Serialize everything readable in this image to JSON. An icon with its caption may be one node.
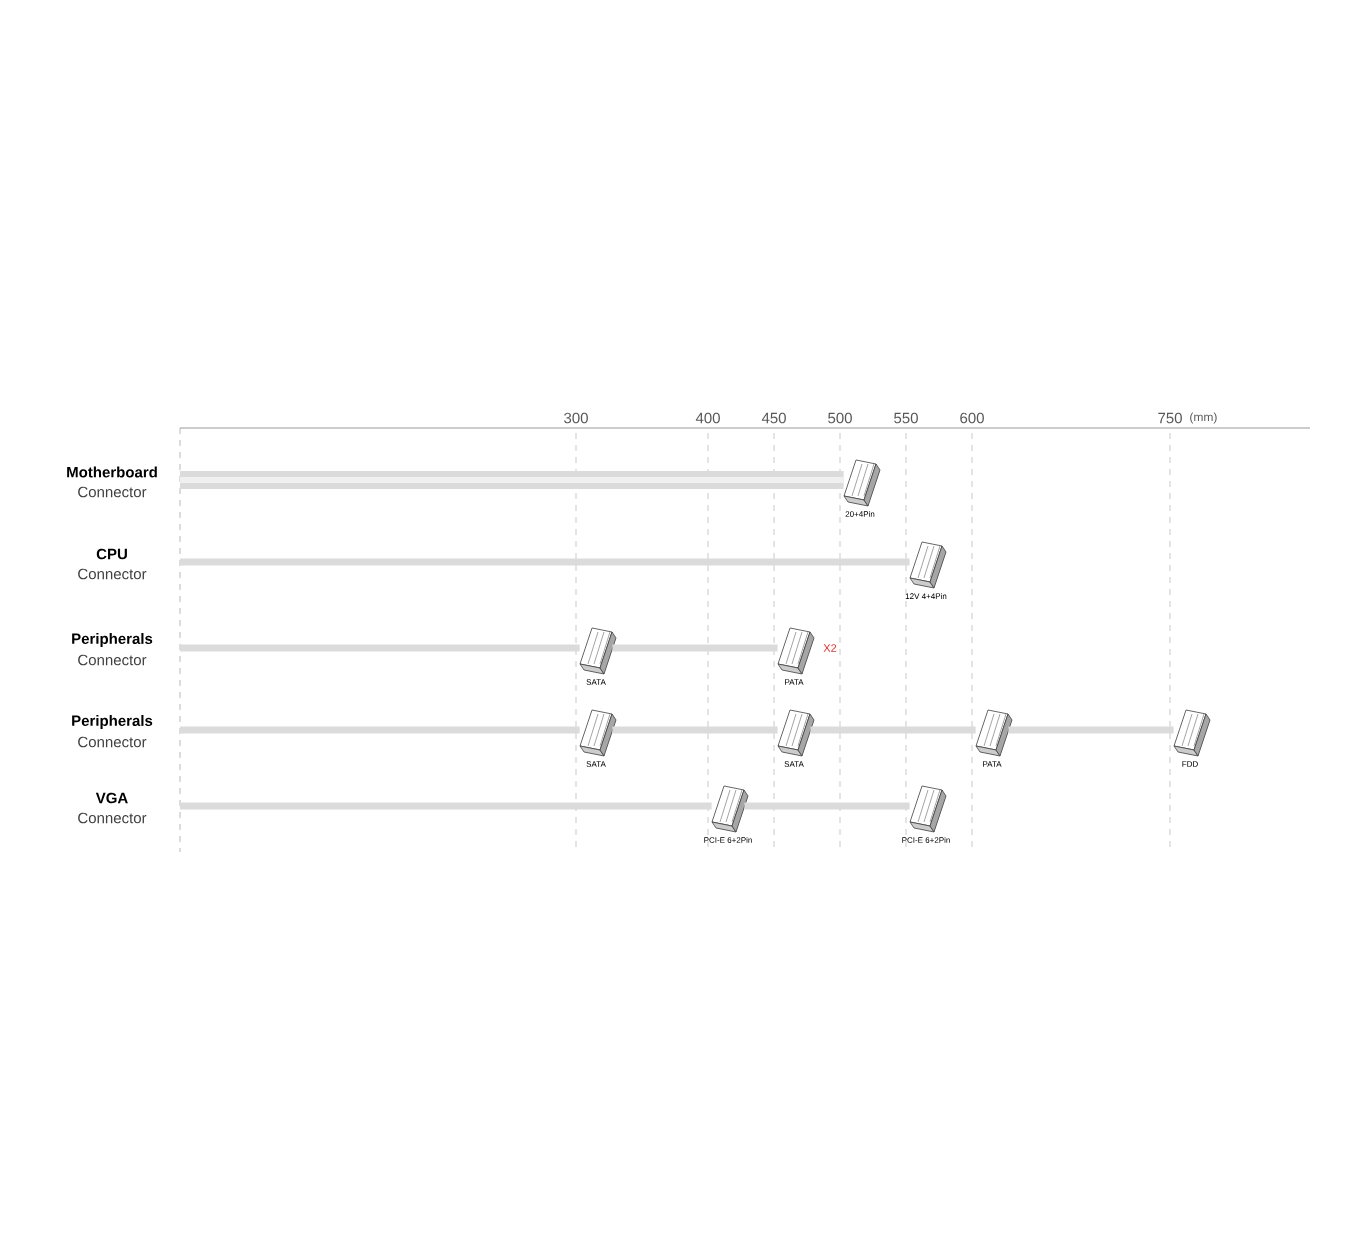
{
  "diagram": {
    "nodes": [
      {
        "text": [],
        "shape": "picture",
        "beside": [
          "20+4Pin"
        ]
      },
      {
        "text": [],
        "shape": "picture",
        "beside": [
          "12V 4+4Pin"
        ]
      },
      {
        "text": [],
        "shape": "picture",
        "beside": [
          "SATA"
        ]
      },
      {
        "text": [],
        "shape": "picture",
        "beside": [
          "PATA",
          "X2"
        ]
      },
      {
        "text": [],
        "shape": "picture",
        "beside": [
          "SATA"
        ]
      },
      {
        "text": [],
        "shape": "picture",
        "beside": [
          "SATA"
        ]
      },
      {
        "text": [],
        "shape": "picture",
        "beside": [
          "PATA"
        ]
      },
      {
        "text": [],
        "shape": "picture",
        "beside": [
          "FDD"
        ]
      },
      {
        "text": [],
        "shape": "picture",
        "beside": [
          "PCI-E 6+2Pin"
        ]
      },
      {
        "text": [],
        "shape": "picture",
        "beside": [
          "PCI-E 6+2Pin"
        ]
      }
    ],
    "edges": [
      {
        "from": null,
        "to": 0,
        "arrow": "none",
        "style": "thick"
      },
      {
        "from": null,
        "to": 1,
        "arrow": "none"
      },
      {
        "from": null,
        "to": 2,
        "arrow": "none"
      },
      {
        "from": 2,
        "to": 3,
        "arrow": "none"
      },
      {
        "from": null,
        "to": 4,
        "arrow": "none"
      },
      {
        "from": 4,
        "to": 5,
        "arrow": "none"
      },
      {
        "from": 5,
        "to": 6,
        "arrow": "none"
      },
      {
        "from": 6,
        "to": 7,
        "arrow": "none"
      },
      {
        "from": null,
        "to": 8,
        "arrow": "none"
      },
      {
        "from": 8,
        "to": 9,
        "arrow": "none"
      }
    ],
    "labels": [
      "300",
      "400",
      "450",
      "500",
      "550",
      "600",
      "750",
      "(mm)",
      "Motherboard",
      "Connector",
      "CPU",
      "Connector",
      "Peripherals",
      "Connector",
      "Peripherals",
      "Connector",
      "VGA",
      "Connector"
    ]
  }
}
